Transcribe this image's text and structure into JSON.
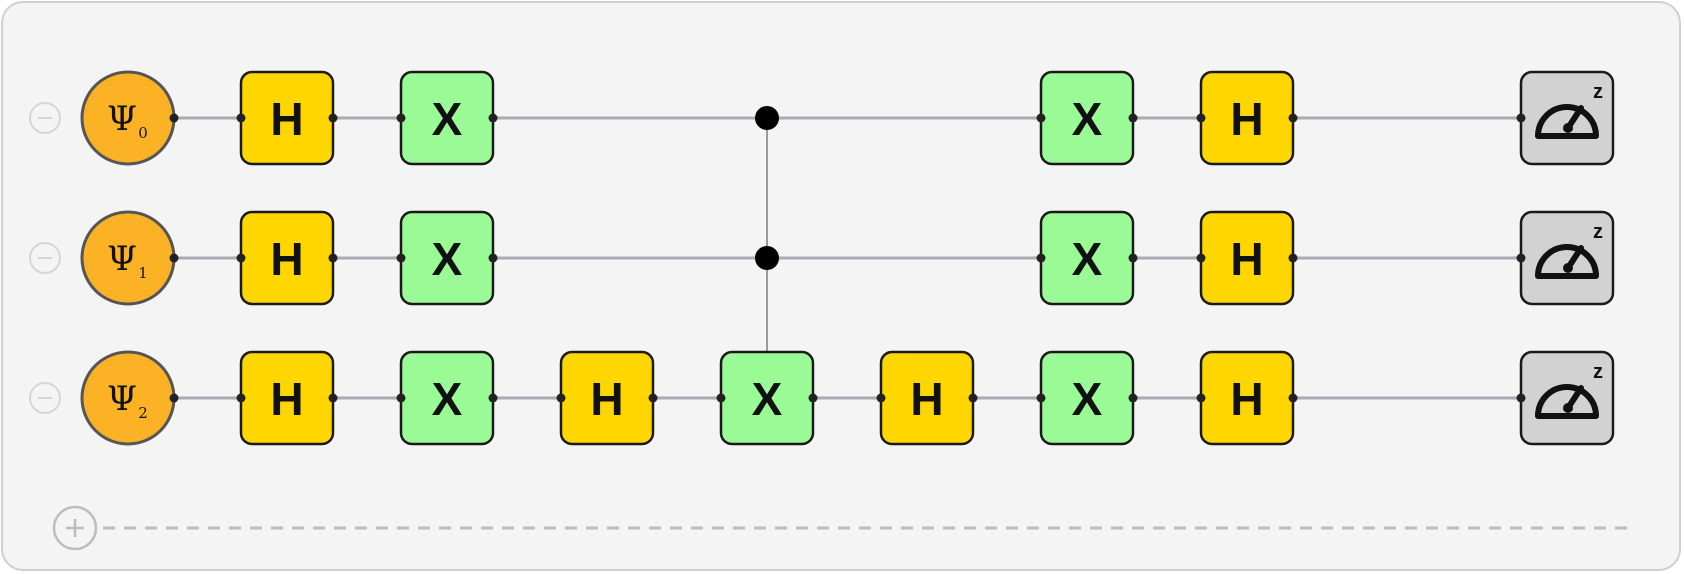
{
  "colors": {
    "panel_bg": "#f4f4f4",
    "wire": "#a9a9b3",
    "input_fill": "#fbb325",
    "h_fill": "#ffd600",
    "x_fill": "#9afb96",
    "measure_fill": "#d2d2d2",
    "dashed": "#bdbdbd"
  },
  "circuit": {
    "qubits": [
      {
        "symbol": "Ψ",
        "index": "0"
      },
      {
        "symbol": "Ψ",
        "index": "1"
      },
      {
        "symbol": "Ψ",
        "index": "2"
      }
    ],
    "gates": [
      {
        "label": "H",
        "type": "h",
        "qubit": 0,
        "column": 0
      },
      {
        "label": "X",
        "type": "x",
        "qubit": 0,
        "column": 1
      },
      {
        "label": "X",
        "type": "x",
        "qubit": 0,
        "column": 5
      },
      {
        "label": "H",
        "type": "h",
        "qubit": 0,
        "column": 6
      },
      {
        "label": "H",
        "type": "h",
        "qubit": 1,
        "column": 0
      },
      {
        "label": "X",
        "type": "x",
        "qubit": 1,
        "column": 1
      },
      {
        "label": "X",
        "type": "x",
        "qubit": 1,
        "column": 5
      },
      {
        "label": "H",
        "type": "h",
        "qubit": 1,
        "column": 6
      },
      {
        "label": "H",
        "type": "h",
        "qubit": 2,
        "column": 0
      },
      {
        "label": "X",
        "type": "x",
        "qubit": 2,
        "column": 1
      },
      {
        "label": "H",
        "type": "h",
        "qubit": 2,
        "column": 2
      },
      {
        "label": "X",
        "type": "x",
        "qubit": 2,
        "column": 3
      },
      {
        "label": "H",
        "type": "h",
        "qubit": 2,
        "column": 4
      },
      {
        "label": "X",
        "type": "x",
        "qubit": 2,
        "column": 5
      },
      {
        "label": "H",
        "type": "h",
        "qubit": 2,
        "column": 6
      }
    ],
    "controls": [
      {
        "qubit": 0,
        "column": 3
      },
      {
        "qubit": 1,
        "column": 3
      }
    ],
    "controlled_target": {
      "qubit": 2,
      "column": 3
    },
    "measurements": [
      {
        "qubit": 0,
        "basis": "z"
      },
      {
        "qubit": 1,
        "basis": "z"
      },
      {
        "qubit": 2,
        "basis": "z"
      }
    ]
  },
  "icons": {
    "remove_qubit": "minus-circle-icon",
    "add_qubit": "plus-circle-icon",
    "measure": "gauge-icon"
  }
}
